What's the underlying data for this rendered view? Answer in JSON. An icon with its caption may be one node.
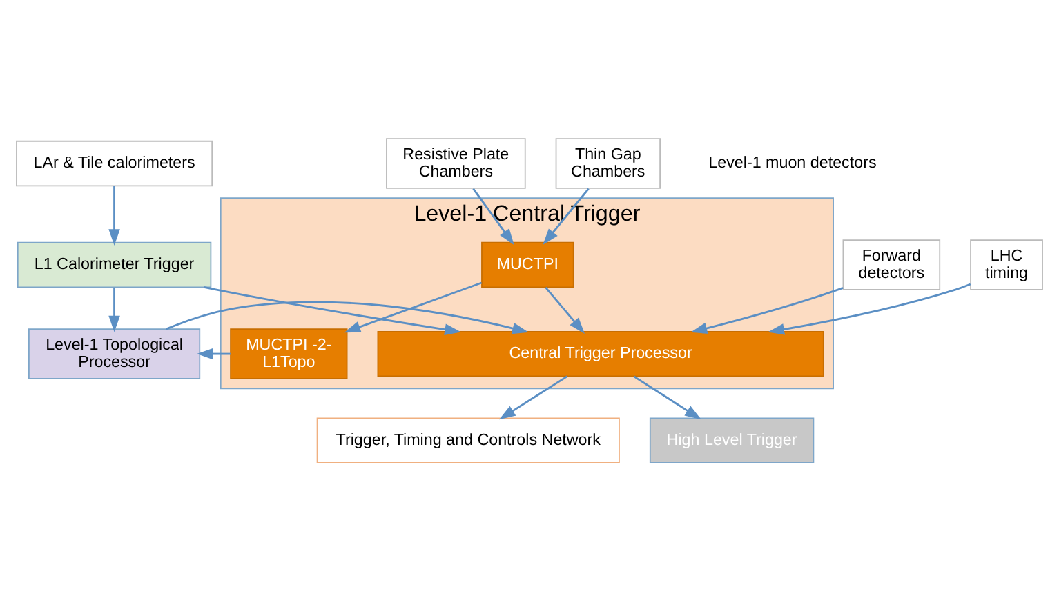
{
  "diagram": {
    "nodes": [
      {
        "text": [
          "LAr & Tile calorimeters"
        ]
      },
      {
        "text": [
          "Resistive Plate Chambers"
        ]
      },
      {
        "text": [
          "Thin Gap Chambers"
        ]
      },
      {
        "text": [
          "Forward detectors"
        ]
      },
      {
        "text": [
          "L1 Calorimeter Trigger"
        ]
      },
      {
        "text": [
          "Level-1 Topological Processor"
        ]
      },
      {
        "text": [
          "Level-1 Central Trigger"
        ]
      },
      {
        "text": [
          "MUCTPI -2- L1Topo"
        ],
        "in": 6
      },
      {
        "text": [
          "MUCTPI"
        ],
        "in": 6
      },
      {
        "text": [
          "Central Trigger Processor"
        ],
        "in": 6
      },
      {
        "text": [
          "LHC timing"
        ]
      },
      {
        "text": [
          "Trigger, Timing and Controls Network"
        ]
      },
      {
        "text": [
          "High Level Trigger"
        ]
      }
    ],
    "edges": [
      {
        "from": 0,
        "to": 4,
        "arrow": "to"
      },
      {
        "from": 1,
        "to": 8,
        "arrow": "to"
      },
      {
        "from": 2,
        "to": 8,
        "arrow": "to"
      },
      {
        "from": 4,
        "to": 5,
        "arrow": "to"
      },
      {
        "from": 4,
        "to": 9,
        "arrow": "to"
      },
      {
        "from": 8,
        "to": 7,
        "arrow": "to"
      },
      {
        "from": 7,
        "to": 5,
        "arrow": "to"
      },
      {
        "from": 8,
        "to": 9,
        "arrow": "to"
      },
      {
        "from": 5,
        "to": 9,
        "arrow": "to"
      },
      {
        "from": 3,
        "to": 9,
        "arrow": "to"
      },
      {
        "from": 10,
        "to": 9,
        "arrow": "to"
      },
      {
        "from": 9,
        "to": 11,
        "arrow": "to"
      },
      {
        "from": 9,
        "to": 12,
        "arrow": "to"
      }
    ],
    "labels": [
      "Level-1 muon detectors"
    ]
  }
}
